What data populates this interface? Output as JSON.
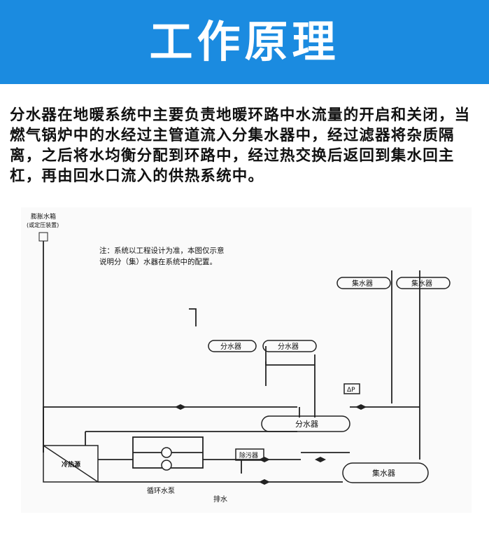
{
  "header": {
    "title": "工作原理",
    "background": "#1b8be0"
  },
  "description": "分水器在地暖系统中主要负责地暖环路中水流量的开启和关闭，当燃气锅炉中的水经过主管道流入分集水器中，经过滤器将杂质隔离，之后将水均衡分配到环路中，经过热交换后返回到集水回主杠，再由回水口流入的供热系统中。",
  "diagram": {
    "expansion_tank": [
      "膨胀水箱",
      "(或定压装置)"
    ],
    "note": [
      "注：系统以工程设计为准，本图仅示意",
      "说明分（集）水器在系统中的配置。"
    ],
    "collector_top": "集水器",
    "distributor_mid": "分水器",
    "distributor_main": "分水器",
    "collector_main": "集水器",
    "dp": "ΔP",
    "filter": "除污器",
    "exchanger": "冷热源",
    "pump": "循环水泵",
    "drain": "排水"
  }
}
